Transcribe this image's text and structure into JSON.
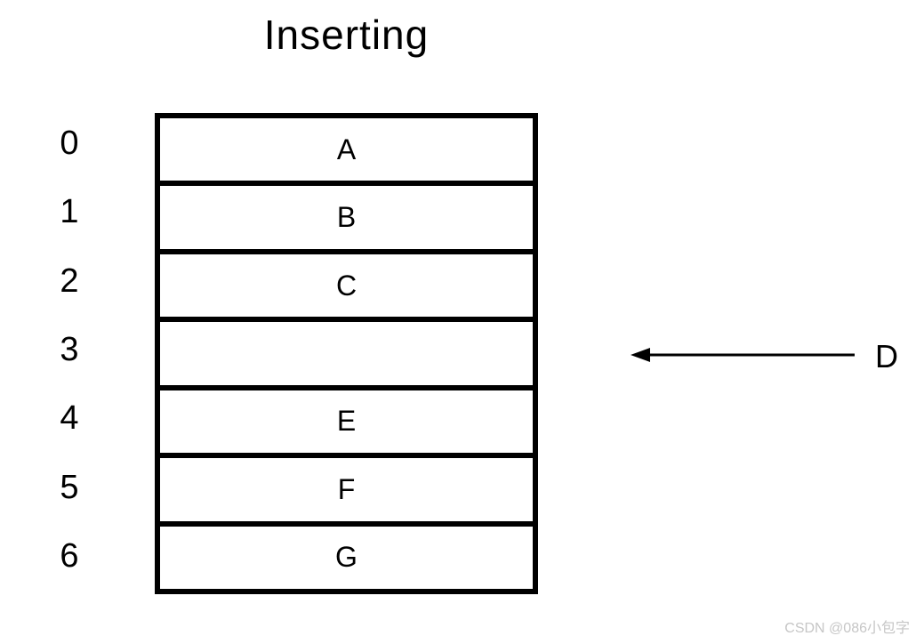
{
  "title": "Inserting",
  "array": {
    "rows": [
      {
        "index": "0",
        "value": "A"
      },
      {
        "index": "1",
        "value": "B"
      },
      {
        "index": "2",
        "value": "C"
      },
      {
        "index": "3",
        "value": ""
      },
      {
        "index": "4",
        "value": "E"
      },
      {
        "index": "5",
        "value": "F"
      },
      {
        "index": "6",
        "value": "G"
      }
    ]
  },
  "insertion": {
    "label": "D",
    "target_index": "3"
  },
  "watermark": "CSDN @086小包字",
  "colors": {
    "background": "#ffffff",
    "border": "#000000",
    "text": "#000000",
    "watermark": "#c6c6c6"
  }
}
